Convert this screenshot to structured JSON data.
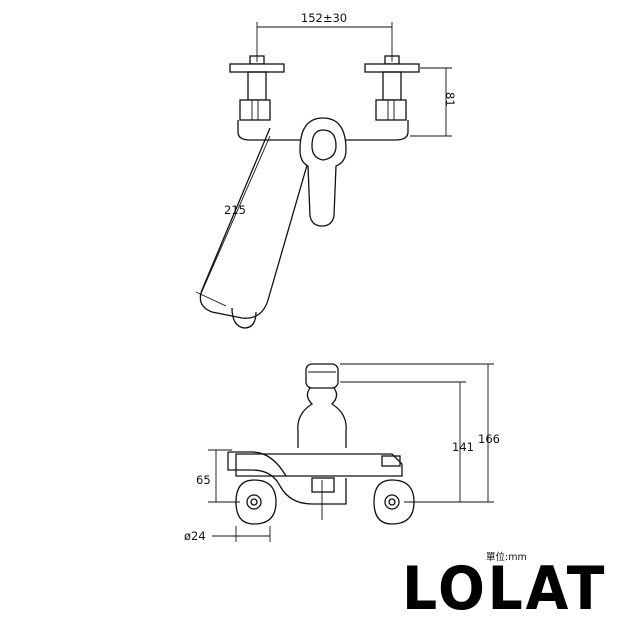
{
  "top_view": {
    "dim_width": "152±30",
    "dim_height": "81",
    "dim_spout": "215"
  },
  "front_view": {
    "dim_total_height": "166",
    "dim_body_height": "141",
    "dim_outlet_height": "65",
    "dim_diameter": "ø24"
  },
  "unit_label": "單位:mm",
  "brand_logo_text": "LOLAT"
}
